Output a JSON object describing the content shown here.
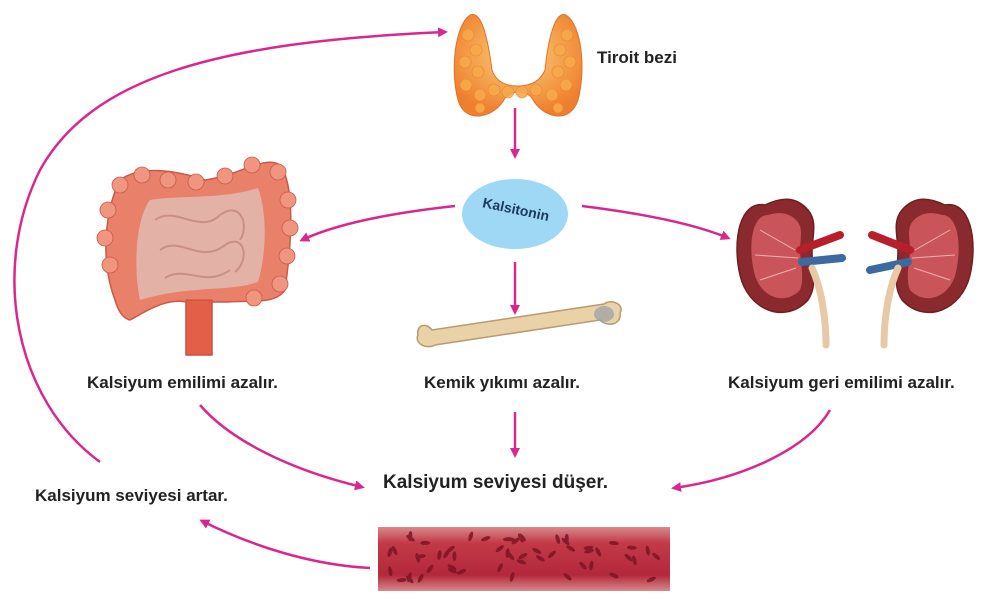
{
  "diagram": {
    "hormone_label": "Kalsitonin",
    "gland_label": "Tiroit bezi",
    "effects": {
      "intestine": "Kalsiyum emilimi azalır.",
      "bone": "Kemik yıkımı azalır.",
      "kidney": "Kalsiyum geri emilimi azalır."
    },
    "result": "Kalsiyum seviyesi düşer.",
    "trigger": "Kalsiyum seviyesi artar."
  },
  "colors": {
    "arrow": "#d8288f",
    "thyroid": "#f39a3a",
    "hormone_bubble": "#9fd8f5",
    "intestine": "#e9806a",
    "bone": "#ead2a8",
    "kidney": "#8b2a2e",
    "blood_vessel": "#b8243a"
  },
  "icons": [
    "thyroid-gland-icon",
    "large-intestine-icon",
    "bone-icon",
    "kidney-icon",
    "blood-vessel-icon"
  ]
}
